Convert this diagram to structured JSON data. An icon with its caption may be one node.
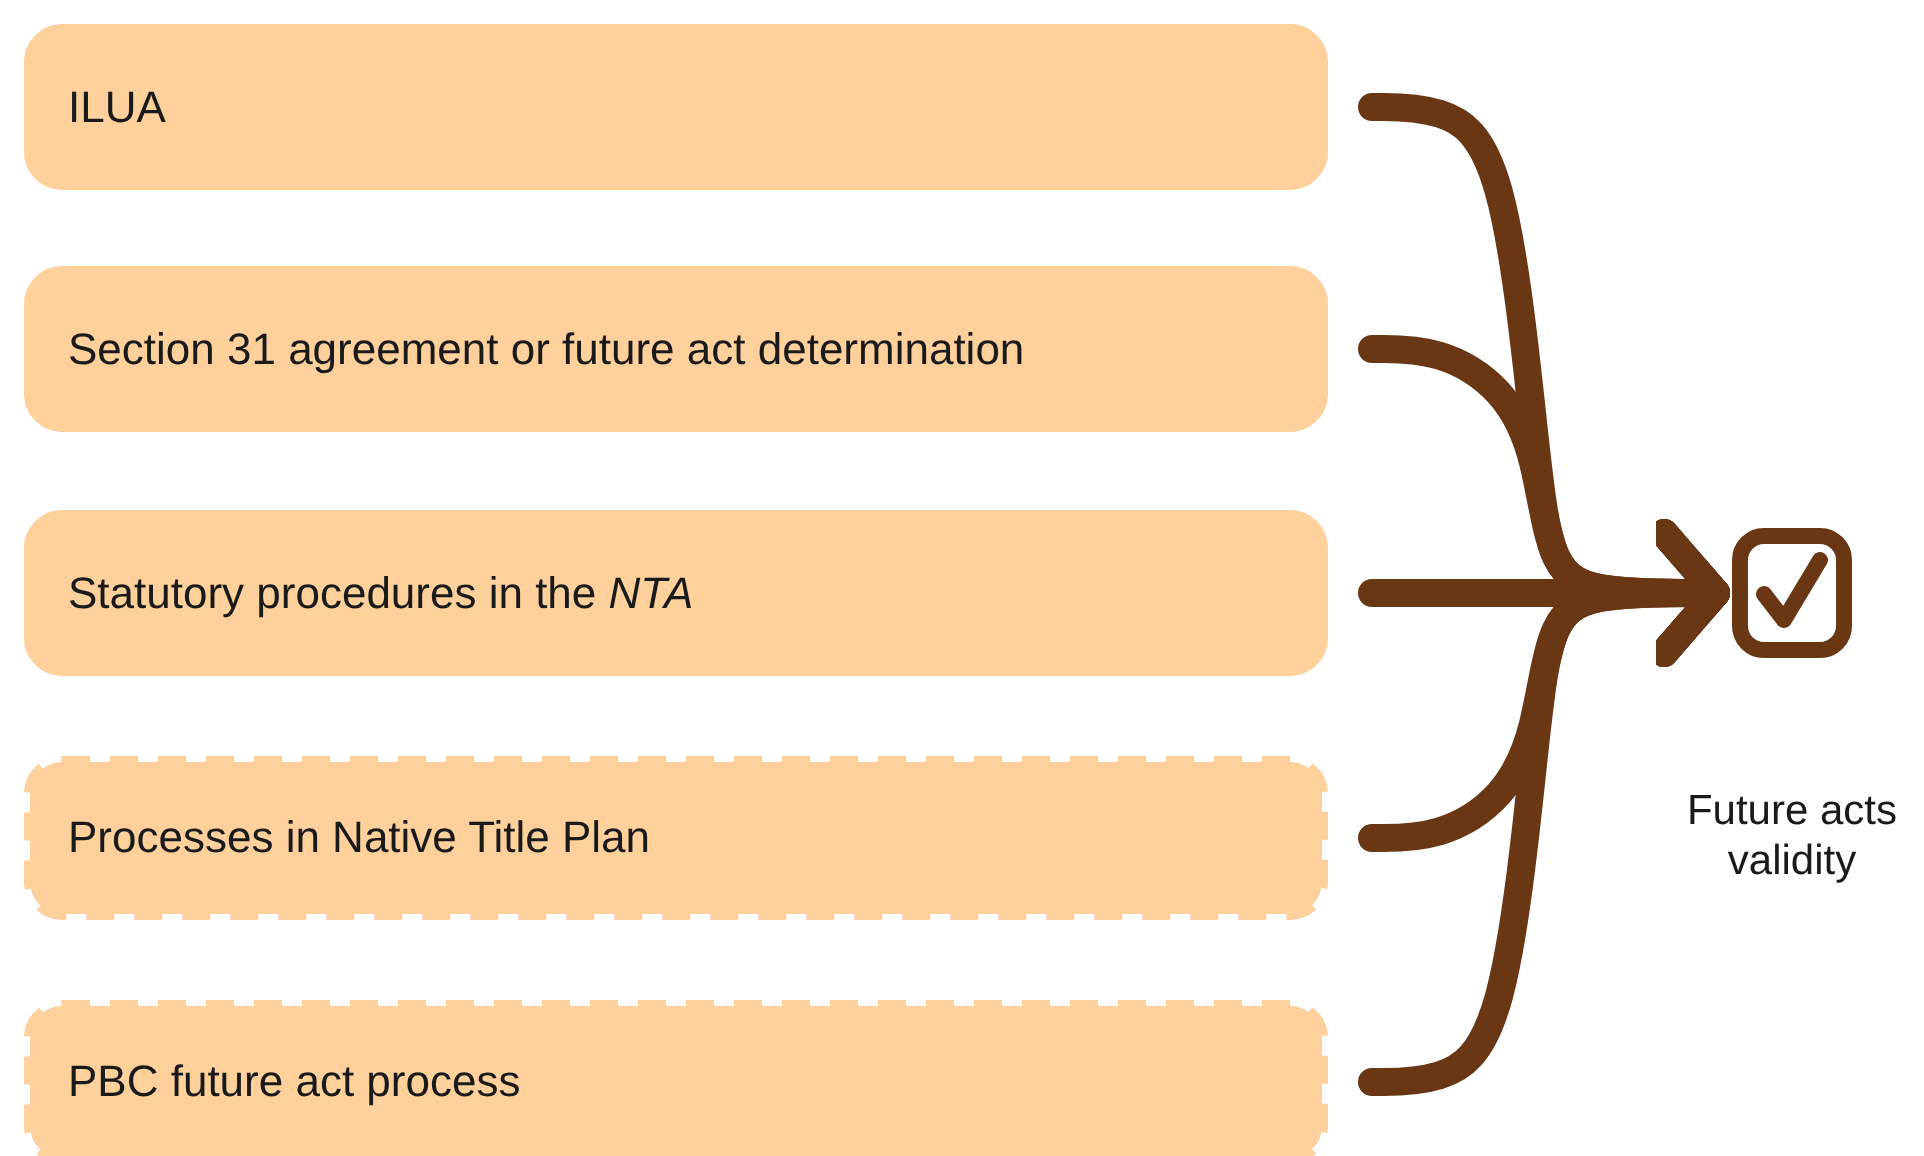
{
  "diagram": {
    "nodes": [
      {
        "text": [
          "ILUA"
        ]
      },
      {
        "text": [
          "Section 31 agreement or future act determination"
        ]
      },
      {
        "text": [
          "Statutory procedures in the *NTA*"
        ]
      },
      {
        "text": [
          "Processes in Native Title Plan"
        ]
      },
      {
        "text": [
          "PBC future act process"
        ]
      },
      {
        "text": [],
        "shape": "checkbox",
        "beside": [
          "Future acts validity"
        ]
      }
    ],
    "edges": [
      {
        "from": 0,
        "to": 5,
        "arrow": "to"
      },
      {
        "from": 1,
        "to": 5,
        "arrow": "to"
      },
      {
        "from": 2,
        "to": 5,
        "arrow": "to"
      },
      {
        "from": 3,
        "to": 5,
        "arrow": "to"
      },
      {
        "from": 4,
        "to": 5,
        "arrow": "to"
      }
    ]
  }
}
